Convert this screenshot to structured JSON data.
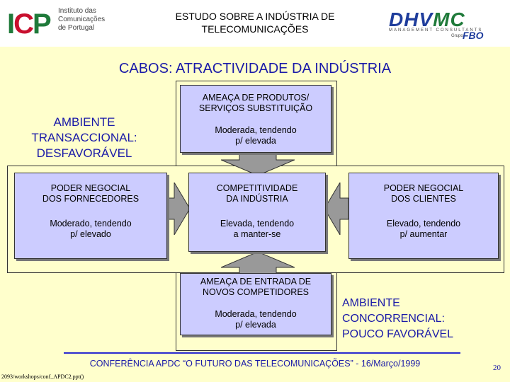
{
  "header": {
    "icp_mark": "ICP",
    "icp_name": [
      "Instituto das",
      "Comunicações",
      "de Portugal"
    ],
    "title_line1": "ESTUDO SOBRE A INDÚSTRIA DE",
    "title_line2": "TELECOMUNICAÇÕES",
    "dhv_name": "DHV",
    "dhv_mc": "MC",
    "dhv_sub": "MANAGEMENT CONSULTANTS",
    "dhv_grupo": "Grupo",
    "dhv_fbo": "FBO"
  },
  "main_title": "CABOS: ATRACTIVIDADE DA INDÚSTRIA",
  "ambiente_transaccional": [
    "AMBIENTE",
    "TRANSACCIONAL:",
    "DESFAVORÁVEL"
  ],
  "ambiente_concorrencial": [
    "AMBIENTE",
    "CONCORRENCIAL:",
    "POUCO FAVORÁVEL"
  ],
  "forces": {
    "substitutos": {
      "title_line1": "AMEAÇA DE PRODUTOS/",
      "title_line2": "SERVIÇOS SUBSTITUIÇÃO",
      "value_line1": "Moderada, tendendo",
      "value_line2": "p/ elevada"
    },
    "fornecedores": {
      "title_line1": "PODER NEGOCIAL",
      "title_line2": "DOS FORNECEDORES",
      "value_line1": "Moderado, tendendo",
      "value_line2": "p/ elevado"
    },
    "competitividade": {
      "title_line1": "COMPETITIVIDADE",
      "title_line2": "DA INDÚSTRIA",
      "value_line1": "Elevada, tendendo",
      "value_line2": "a manter-se"
    },
    "clientes": {
      "title_line1": "PODER NEGOCIAL",
      "title_line2": "DOS CLIENTES",
      "value_line1": "Elevado, tendendo",
      "value_line2": "p/ aumentar"
    },
    "novos_competidores": {
      "title_line1": "AMEAÇA DE ENTRADA DE",
      "title_line2": "NOVOS COMPETIDORES",
      "value_line1": "Moderada, tendendo",
      "value_line2": "p/ elevada"
    }
  },
  "footer": {
    "conference": "CONFERÊNCIA APDC “O FUTURO DAS TELECOMUNICAÇÕES” - 16/Março/1999",
    "page_number": "20",
    "file_path": "2093/workshops/conf_APDC2.ppt()"
  },
  "colors": {
    "background": "#ffffcc",
    "box_fill": "#ccccff",
    "arrow_fill": "#999999",
    "title_blue": "#1a1aa8"
  }
}
